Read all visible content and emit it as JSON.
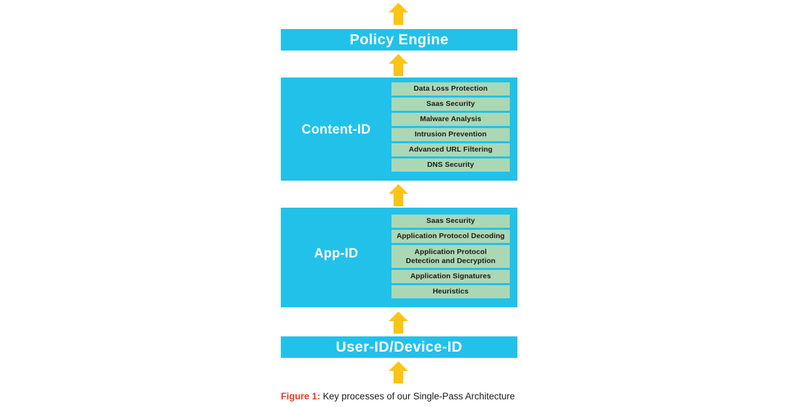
{
  "figure": {
    "caption_label": "Figure 1:",
    "caption_text": "Key processes of our Single-Pass Architecture",
    "caption_label_color": "#ee3c24",
    "block_color": "#22c1ea",
    "feature_color": "#abd7b5",
    "arrow_color": "#fcc415",
    "background": "#ffffff"
  },
  "flow": {
    "arrows": [
      {
        "name": "arrow-top-out",
        "direction": "up"
      },
      {
        "name": "arrow-content-to-policy",
        "direction": "up"
      },
      {
        "name": "arrow-app-to-content",
        "direction": "up"
      },
      {
        "name": "arrow-user-to-app",
        "direction": "up"
      },
      {
        "name": "arrow-in-bottom",
        "direction": "up"
      }
    ]
  },
  "stages": {
    "policy_engine": {
      "title": "Policy Engine"
    },
    "content_id": {
      "title": "Content-ID",
      "features": [
        {
          "label": "Data Loss Protection"
        },
        {
          "label": "Saas Security"
        },
        {
          "label": "Malware Analysis"
        },
        {
          "label": "Intrusion Prevention"
        },
        {
          "label": "Advanced URL Filtering"
        },
        {
          "label": "DNS Security"
        }
      ]
    },
    "app_id": {
      "title": "App-ID",
      "features": [
        {
          "label": "Saas Security"
        },
        {
          "label": "Application Protocol Decoding"
        },
        {
          "label": "Application Protocol Detection and Decryption"
        },
        {
          "label": "Application Signatures"
        },
        {
          "label": "Heuristics"
        }
      ]
    },
    "user_device_id": {
      "title": "User-ID/Device-ID"
    }
  }
}
